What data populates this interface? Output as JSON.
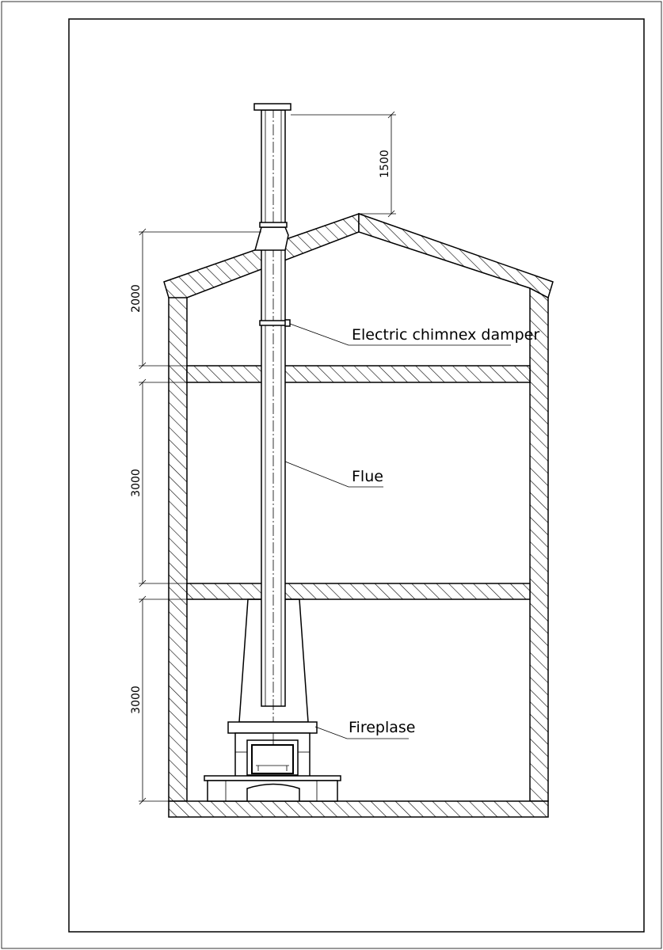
{
  "labels": {
    "damper": "Electric chimnex damper",
    "flue": "Flue",
    "fireplace": "Fireplase"
  },
  "dimensions": {
    "above_roof": "1500",
    "attic": "2000",
    "second_floor": "3000",
    "first_floor": "3000"
  }
}
